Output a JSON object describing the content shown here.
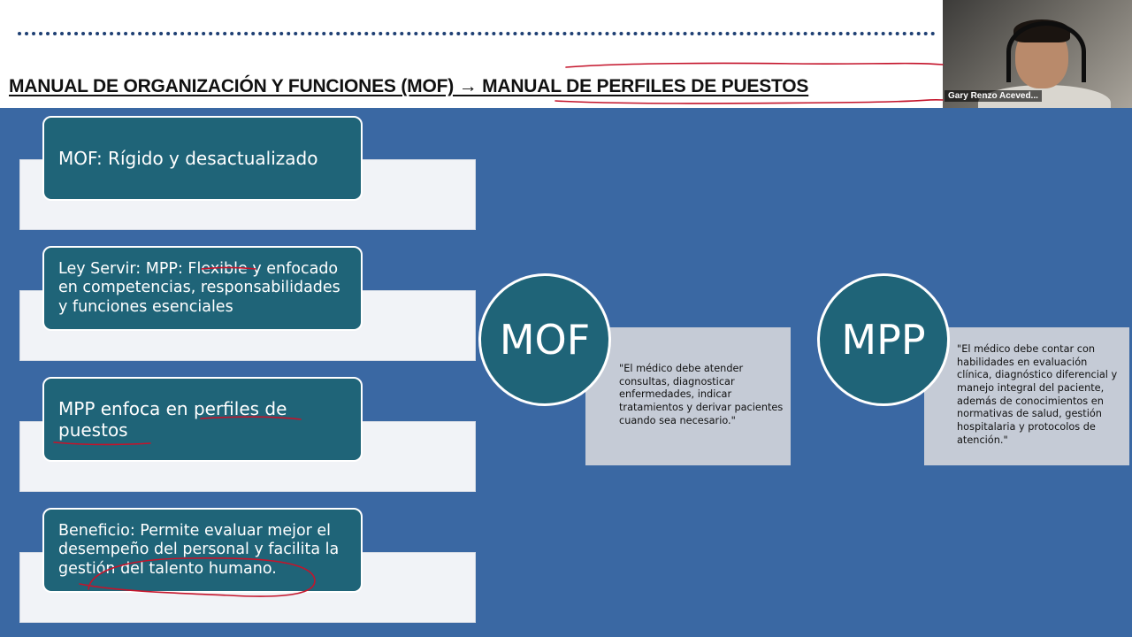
{
  "slide": {
    "title": "MANUAL DE ORGANIZACIÓN Y FUNCIONES (MOF) → MANUAL DE PERFILES DE PUESTOS",
    "items": [
      {
        "text": "MOF: Rígido y desactualizado"
      },
      {
        "text": "Ley Servir: MPP: Flexible y enfocado en competencias, responsabilidades y funciones esenciales"
      },
      {
        "text": "MPP enfoca en perfiles de puestos"
      },
      {
        "text": "Beneficio: Permite evaluar mejor el desempeño del personal y facilita la gestión del talento humano."
      }
    ],
    "comparisons": [
      {
        "label": "MOF",
        "quote": "\"El médico debe atender consultas, diagnosticar enfermedades, indicar tratamientos y derivar pacientes cuando sea necesario.\""
      },
      {
        "label": "MPP",
        "quote": "\"El médico debe contar con habilidades en evaluación clínica, diagnóstico diferencial y manejo integral del paciente, además de conocimientos en normativas de salud, gestión hospitalaria y protocolos de atención.\""
      }
    ]
  },
  "video": {
    "participant_name": "Gary Renzo Aceved..."
  },
  "colors": {
    "slide_background": "#3a68a3",
    "card_teal": "#1f6478",
    "annotation_red": "#c4142b",
    "quote_box_gray": "#c5cbd6",
    "title_dotted_line": "#1e3f73"
  }
}
